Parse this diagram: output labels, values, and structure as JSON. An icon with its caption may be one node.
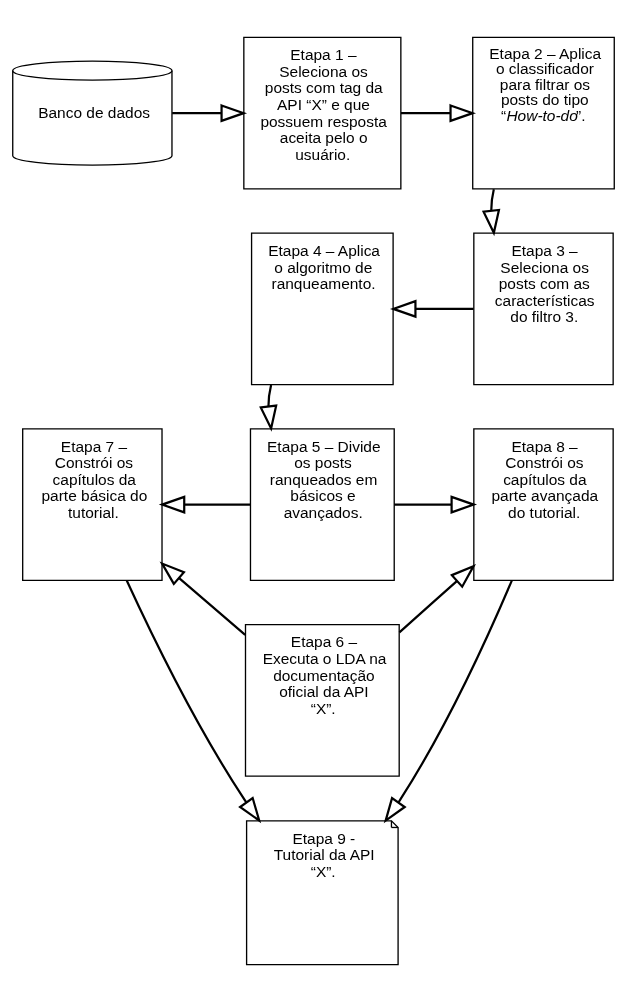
{
  "diagram": {
    "nodes": [
      {
        "text": [
          "Banco de dados"
        ]
      },
      {
        "text": [
          "Etapa 1 – Seleciona os posts com tag da API “X” e que possuem resposta aceita pelo o usuário."
        ]
      },
      {
        "text": [
          "Etapa 2 – Aplica o classificador para filtrar os posts do tipo “*How-to-do*”."
        ]
      },
      {
        "text": [
          "Etapa 3 – Seleciona os posts com as características do filtro 3."
        ]
      },
      {
        "text": [
          "Etapa 4 – Aplica o algoritmo de ranqueamento."
        ]
      },
      {
        "text": [
          "Etapa 5 – Divide os posts ranqueados em básicos e avançados."
        ]
      },
      {
        "text": [
          "Etapa 7 – Constrói os capítulos da parte básica do tutorial."
        ]
      },
      {
        "text": [
          "Etapa 8 – Constrói os capítulos da parte avançada do tutorial."
        ]
      },
      {
        "text": [
          "Etapa 6 – Executa o LDA na documentação oficial da API “X”."
        ]
      },
      {
        "text": [
          "Etapa 9 - Tutorial da API “X”."
        ]
      }
    ],
    "edges": [
      {
        "from": 0,
        "to": 1,
        "arrow": "to"
      },
      {
        "from": 1,
        "to": 2,
        "arrow": "to"
      },
      {
        "from": 2,
        "to": 3,
        "arrow": "to"
      },
      {
        "from": 3,
        "to": 4,
        "arrow": "to"
      },
      {
        "from": 4,
        "to": 5,
        "arrow": "to"
      },
      {
        "from": 5,
        "to": 6,
        "arrow": "to"
      },
      {
        "from": 5,
        "to": 7,
        "arrow": "to"
      },
      {
        "from": 8,
        "to": 6,
        "arrow": "to"
      },
      {
        "from": 8,
        "to": 7,
        "arrow": "to"
      },
      {
        "from": 6,
        "to": 9,
        "arrow": "to"
      },
      {
        "from": 7,
        "to": 9,
        "arrow": "to"
      }
    ]
  }
}
